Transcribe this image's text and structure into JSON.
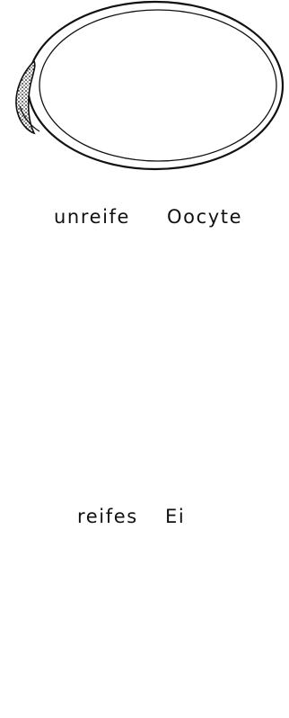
{
  "diagram": {
    "stage_labels": {
      "left_1": "unreife",
      "right_1": "Oocyte",
      "left_2": "reifes",
      "right_2": "Ei"
    },
    "colors": {
      "line": "#111111",
      "background": "#ffffff"
    }
  }
}
